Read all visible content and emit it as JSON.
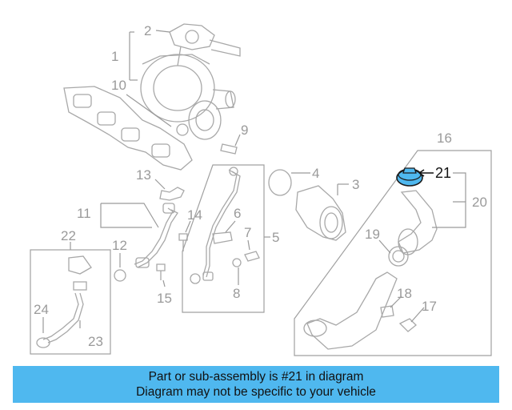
{
  "callouts": {
    "c1": "1",
    "c2": "2",
    "c3": "3",
    "c4": "4",
    "c5": "5",
    "c6": "6",
    "c7": "7",
    "c8": "8",
    "c9": "9",
    "c10": "10",
    "c11": "11",
    "c12": "12",
    "c13": "13",
    "c14": "14",
    "c15": "15",
    "c16": "16",
    "c17": "17",
    "c18": "18",
    "c19": "19",
    "c20": "20",
    "c21": "21",
    "c22": "22",
    "c23": "23",
    "c24": "24"
  },
  "highlight": {
    "part": "21",
    "color": "#4fb8ef"
  },
  "caption": {
    "line1": "Part or sub-assembly is #21 in diagram",
    "line2": "Diagram may not be specific to your vehicle"
  },
  "colors": {
    "line_art": "#a8a8a8",
    "caption_bg": "#4fb8ef"
  }
}
